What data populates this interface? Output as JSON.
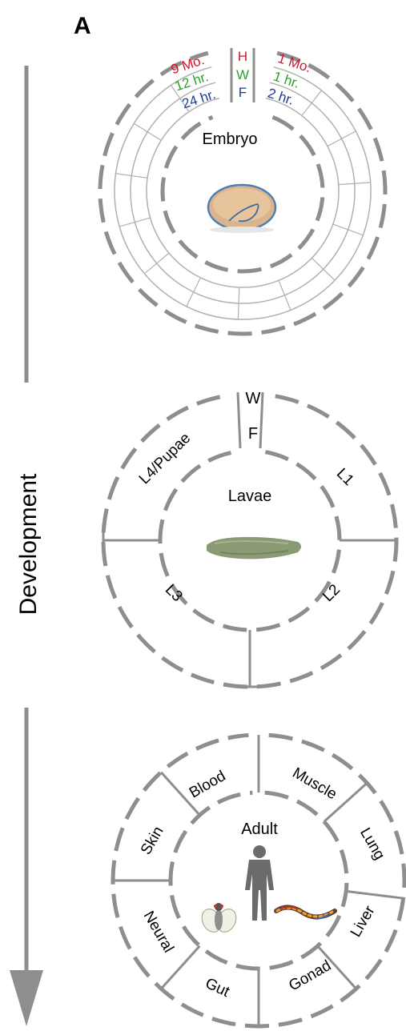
{
  "panel": {
    "label": "A"
  },
  "axis": {
    "label": "Development"
  },
  "embryo": {
    "title": "Embryo",
    "organisms": [
      {
        "letter": "H",
        "color": "#d0142c",
        "left": "9 Mo.",
        "right": "1 Mo."
      },
      {
        "letter": "W",
        "color": "#2ca02c",
        "left": "12 hr.",
        "right": "1 hr."
      },
      {
        "letter": "F",
        "color": "#1f3a93",
        "left": "24 hr.",
        "right": "2 hr."
      }
    ]
  },
  "larvae": {
    "title": "Lavae",
    "markers": [
      {
        "letter": "W",
        "color": "#2ca02c"
      },
      {
        "letter": "F",
        "color": "#1f3a93"
      }
    ],
    "stages": [
      "L1",
      "L2",
      "L3",
      "L4/Pupae"
    ]
  },
  "adult": {
    "title": "Adult",
    "tissues": [
      "Muscle",
      "Lung",
      "Liver",
      "Gonad",
      "Gut",
      "Neural",
      "Skin",
      "Blood"
    ]
  }
}
